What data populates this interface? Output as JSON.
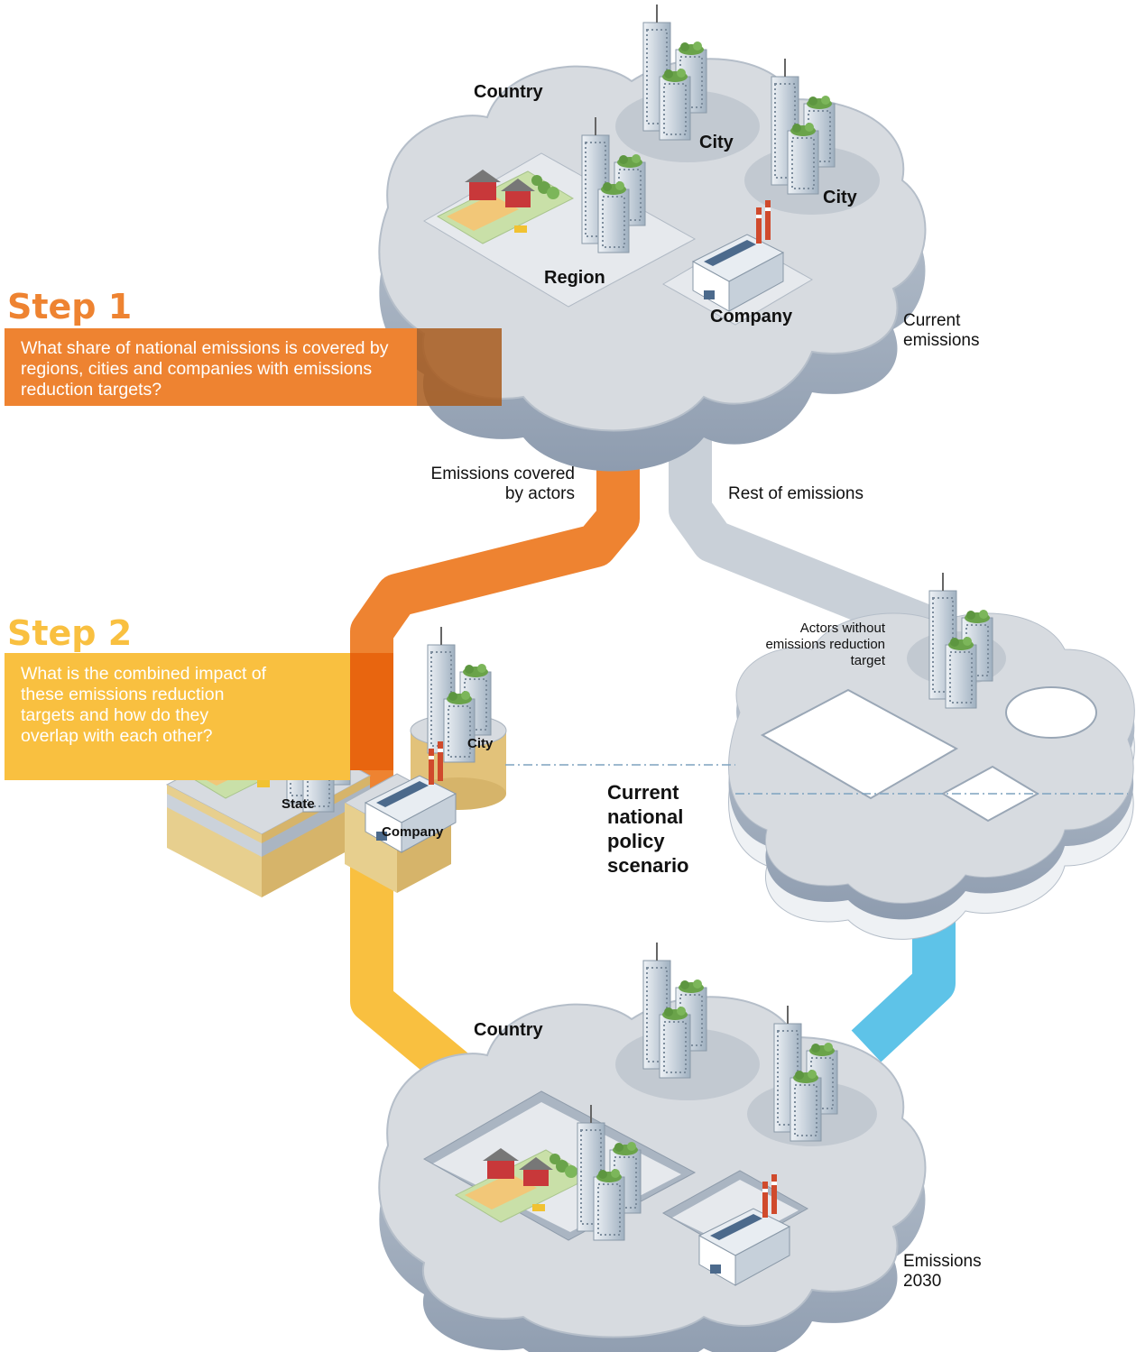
{
  "step1": {
    "title": "Step 1",
    "question": "What share of national emissions is covered by regions, cities and companies with emissions reduction targets?",
    "color": "#ee8331"
  },
  "step2": {
    "title": "Step 2",
    "question": "What is the combined impact of these emissions reduction targets and how do they overlap with each other?",
    "color": "#f9c040"
  },
  "top_cloud": {
    "country": "Country",
    "city_1": "City",
    "city_2": "City",
    "region": "Region",
    "company": "Company",
    "caption": "Current emissions"
  },
  "flows": {
    "covered": "Emissions covered by actors",
    "rest": "Rest of emissions",
    "scenario": "Current national policy scenario"
  },
  "middle": {
    "state": "State",
    "city": "City",
    "company": "Company",
    "actors_without": "Actors without emissions reduction target"
  },
  "bottom_cloud": {
    "country": "Country",
    "caption": "Emissions 2030"
  },
  "colors": {
    "orange": "#ee8331",
    "dark_orange": "#e8650f",
    "yellow": "#f9c040",
    "blue": "#5ec3e8",
    "grey_flow": "#c9d0d8",
    "cloud_top": "#d7dbe0",
    "cloud_side": "#a9b6c4"
  },
  "icons": [
    "skyscraper-icon",
    "factory-icon",
    "farm-icon"
  ]
}
